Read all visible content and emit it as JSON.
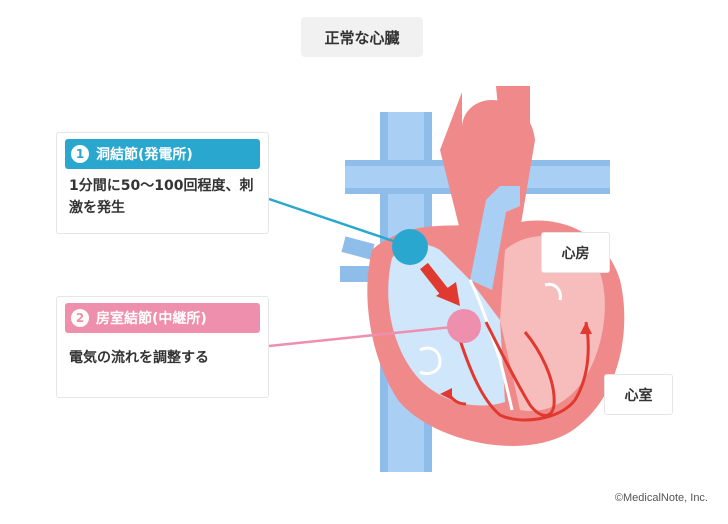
{
  "title": "正常な心臓",
  "callouts": [
    {
      "number": "1",
      "label": "洞結節(発電所)",
      "text": "1分間に50〜100回程度、刺激を発生"
    },
    {
      "number": "2",
      "label": "房室結節(中継所)",
      "text": "電気の流れを調整する"
    }
  ],
  "labels": {
    "atrium": "心房",
    "ventricle": "心室"
  },
  "copyright": "©MedicalNote, Inc.",
  "colors": {
    "blue_node": "#2aa7cf",
    "pink_node": "#ef8fae",
    "arrow": "#e03a30",
    "heart_wall": "#f08a8a",
    "vessel_blue": "#9ec9f1"
  }
}
